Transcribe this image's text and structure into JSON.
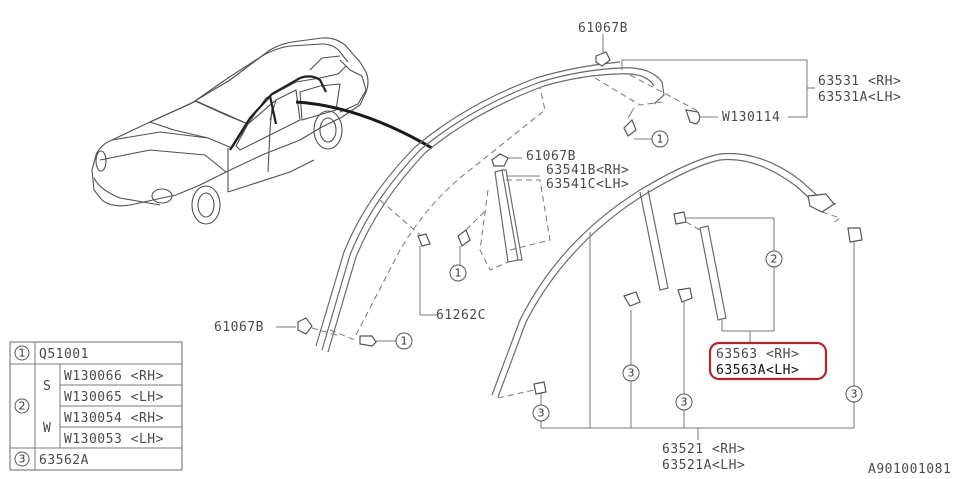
{
  "diagram": {
    "type": "exploded-parts-diagram",
    "reference_code": "A901001081",
    "highlight_color": "#b3252b",
    "callouts": {
      "c1": "1",
      "c2": "2",
      "c3": "3"
    },
    "labels": {
      "top_clip": "61067B",
      "roof_molding_rh": "63531  <RH>",
      "roof_molding_lh": "63531A<LH>",
      "clip_w130114": "W130114",
      "pillar_clip": "61067B",
      "pillar_cover_rh": "63541B<RH>",
      "pillar_cover_lh": "63541C<LH>",
      "front_clip": "61067B",
      "nut_61262c": "61262C",
      "sash_rh": "63563  <RH>",
      "sash_lh": "63563A<LH>",
      "weatherstrip_rh": "63521  <RH>",
      "weatherstrip_lh": "63521A<LH>"
    },
    "legend_table": {
      "rows": [
        {
          "callout": "1",
          "part": "Q51001"
        },
        {
          "callout": "2",
          "variants": [
            {
              "group": "S",
              "parts": [
                "W130066 <RH>",
                "W130065 <LH>"
              ]
            },
            {
              "group": "W",
              "parts": [
                "W130054 <RH>",
                "W130053 <LH>"
              ]
            }
          ]
        },
        {
          "callout": "3",
          "part": "63562A"
        }
      ],
      "r1_callout": "1",
      "r1_part": "Q51001",
      "r2_callout": "2",
      "r2_group_s": "S",
      "r2_s_rh": "W130066 <RH>",
      "r2_s_lh": "W130065 <LH>",
      "r2_group_w": "W",
      "r2_w_rh": "W130054 <RH>",
      "r2_w_lh": "W130053 <LH>",
      "r3_callout": "3",
      "r3_part": "63562A"
    }
  }
}
